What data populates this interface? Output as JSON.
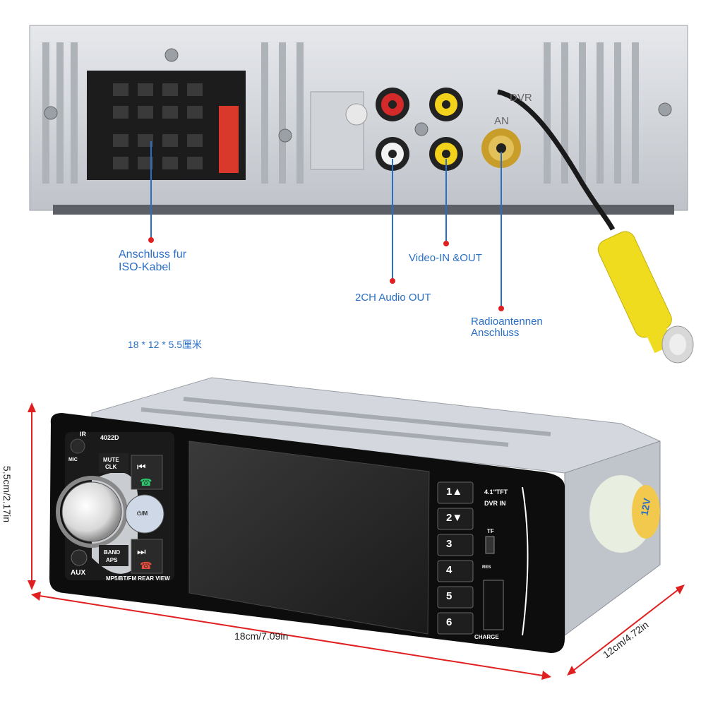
{
  "callouts": {
    "iso": {
      "line1": "Anschluss fur",
      "line2": "ISO-Kabel"
    },
    "video": "Video-IN &OUT",
    "audio": "2CH Audio OUT",
    "antenna": {
      "line1": "Radioantennen",
      "line2": "Anschluss"
    }
  },
  "size_note": "18 * 12 * 5.5厘米",
  "dimensions": {
    "height": "5.5cm/2.17in",
    "width": "18cm/7.09in",
    "depth": "12cm/4.72in"
  },
  "rear_marks": {
    "dvr": "DVR",
    "ant": "AN"
  },
  "front_panel": {
    "ir": "IR",
    "mic": "MIC",
    "model": "4022D",
    "mute": "MUTE",
    "clk": "CLK",
    "power": "⏻/M",
    "band": "BAND",
    "aps": "APS",
    "aux": "AUX",
    "footer": "MP5/BT/FM  REAR VIEW",
    "tft": "4.1\"TFT",
    "dvr_in": "DVR IN",
    "tf": "TF",
    "res": "RES",
    "charge": "CHARGE",
    "preset_buttons": [
      "1▲",
      "2▼",
      "3",
      "4",
      "5",
      "6"
    ]
  },
  "side_sticker": "12V",
  "colors": {
    "accent": "#2a6fc7",
    "red": "#e02020",
    "rca_red": "#d52a2a",
    "rca_yellow": "#f2d21a"
  }
}
